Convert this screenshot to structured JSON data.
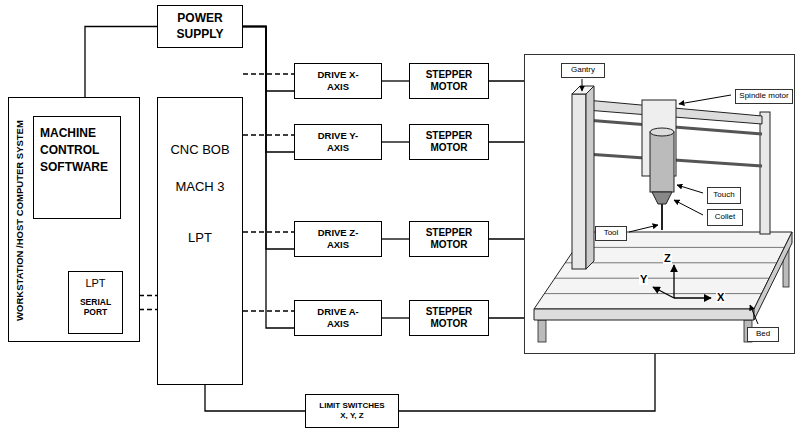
{
  "diagram": {
    "nodes": [
      {
        "text": [
          "WORKSTATION /HOST COMPUTER SYSTEM"
        ]
      },
      {
        "text": [
          "MACHINE CONTROL SOFTWARE"
        ],
        "in": 0
      },
      {
        "text": [
          "LPT",
          "SERIAL PORT"
        ],
        "in": 0
      },
      {
        "text": [
          "POWER SUPPLY"
        ]
      },
      {
        "text": [
          "CNC BOB",
          "MACH 3",
          "LPT"
        ]
      },
      {
        "text": [
          "DRIVE X-AXIS"
        ]
      },
      {
        "text": [
          "DRIVE Y-AXIS"
        ]
      },
      {
        "text": [
          "DRIVE Z-AXIS"
        ]
      },
      {
        "text": [
          "DRIVE A-AXIS"
        ]
      },
      {
        "text": [
          "STEPPER MOTOR"
        ]
      },
      {
        "text": [
          "STEPPER MOTOR"
        ]
      },
      {
        "text": [
          "STEPPER MOTOR"
        ]
      },
      {
        "text": [
          "STEPPER MOTOR"
        ]
      },
      {
        "text": [
          "Z",
          "Y",
          "X"
        ]
      },
      {
        "text": [
          "Gantry"
        ],
        "in": 13
      },
      {
        "text": [
          "Spindle motor"
        ],
        "in": 13
      },
      {
        "text": [
          "Touch"
        ],
        "in": 13
      },
      {
        "text": [
          "Collet"
        ],
        "in": 13
      },
      {
        "text": [
          "Tool"
        ],
        "in": 13
      },
      {
        "text": [
          "Bed"
        ],
        "in": 13
      },
      {
        "text": [
          "LIMIT SWITCHES X, Y, Z"
        ]
      }
    ],
    "edges": [
      {
        "from": 3,
        "to": 0,
        "arrow": "none"
      },
      {
        "from": 3,
        "to": 5,
        "arrow": "none"
      },
      {
        "from": 3,
        "to": 6,
        "arrow": "none"
      },
      {
        "from": 3,
        "to": 7,
        "arrow": "none"
      },
      {
        "from": 3,
        "to": 8,
        "arrow": "none"
      },
      {
        "from": 4,
        "to": 5,
        "arrow": "none"
      },
      {
        "from": 4,
        "to": 6,
        "arrow": "none"
      },
      {
        "from": 4,
        "to": 7,
        "arrow": "none"
      },
      {
        "from": 4,
        "to": 8,
        "arrow": "none"
      },
      {
        "from": 5,
        "to": 9,
        "arrow": "none"
      },
      {
        "from": 6,
        "to": 10,
        "arrow": "none"
      },
      {
        "from": 7,
        "to": 11,
        "arrow": "none"
      },
      {
        "from": 8,
        "to": 12,
        "arrow": "none"
      },
      {
        "from": 9,
        "to": 13,
        "arrow": "none"
      },
      {
        "from": 10,
        "to": 13,
        "arrow": "none"
      },
      {
        "from": 11,
        "to": 13,
        "arrow": "none"
      },
      {
        "from": 12,
        "to": 13,
        "arrow": "none"
      },
      {
        "from": 2,
        "to": 4,
        "arrow": "none"
      },
      {
        "from": 20,
        "to": 4,
        "arrow": "none"
      },
      {
        "from": 20,
        "to": 13,
        "arrow": "none"
      }
    ]
  }
}
